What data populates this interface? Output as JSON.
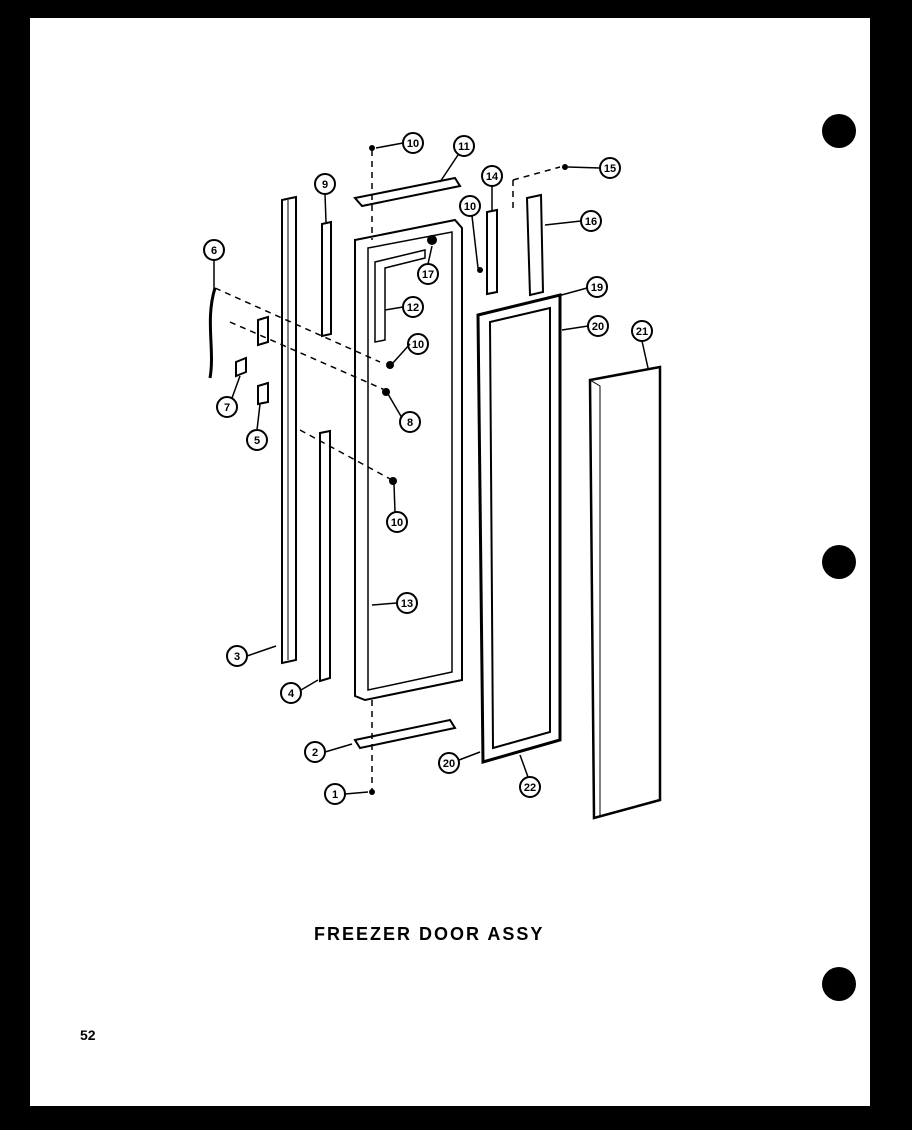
{
  "title": "FREEZER DOOR ASSY",
  "page_number": "52",
  "callouts": [
    "1",
    "2",
    "3",
    "4",
    "5",
    "6",
    "7",
    "8",
    "9",
    "10",
    "10",
    "10",
    "10",
    "11",
    "12",
    "13",
    "14",
    "15",
    "16",
    "17",
    "19",
    "20",
    "20",
    "21",
    "22"
  ]
}
